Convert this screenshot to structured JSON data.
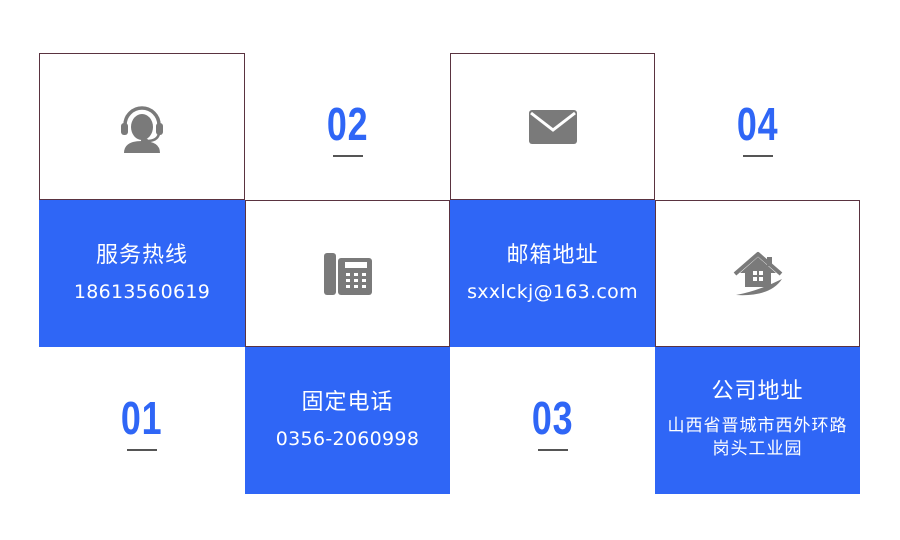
{
  "cards": {
    "hotline": {
      "title": "服务热线",
      "value": "18613560619"
    },
    "phone": {
      "title": "固定电话",
      "value": "0356-2060998"
    },
    "email": {
      "title": "邮箱地址",
      "value": "sxxlckj@163.com"
    },
    "address": {
      "title": "公司地址",
      "value": "山西省晋城市西外环路岗头工业园"
    }
  },
  "numbers": {
    "n01": "01",
    "n02": "02",
    "n03": "03",
    "n04": "04"
  },
  "colors": {
    "accent": "#2f66f6",
    "icon": "#7a7a7a",
    "border": "#5a3340"
  },
  "icons": [
    "customer-service-icon",
    "envelope-icon",
    "fax-phone-icon",
    "house-icon"
  ]
}
